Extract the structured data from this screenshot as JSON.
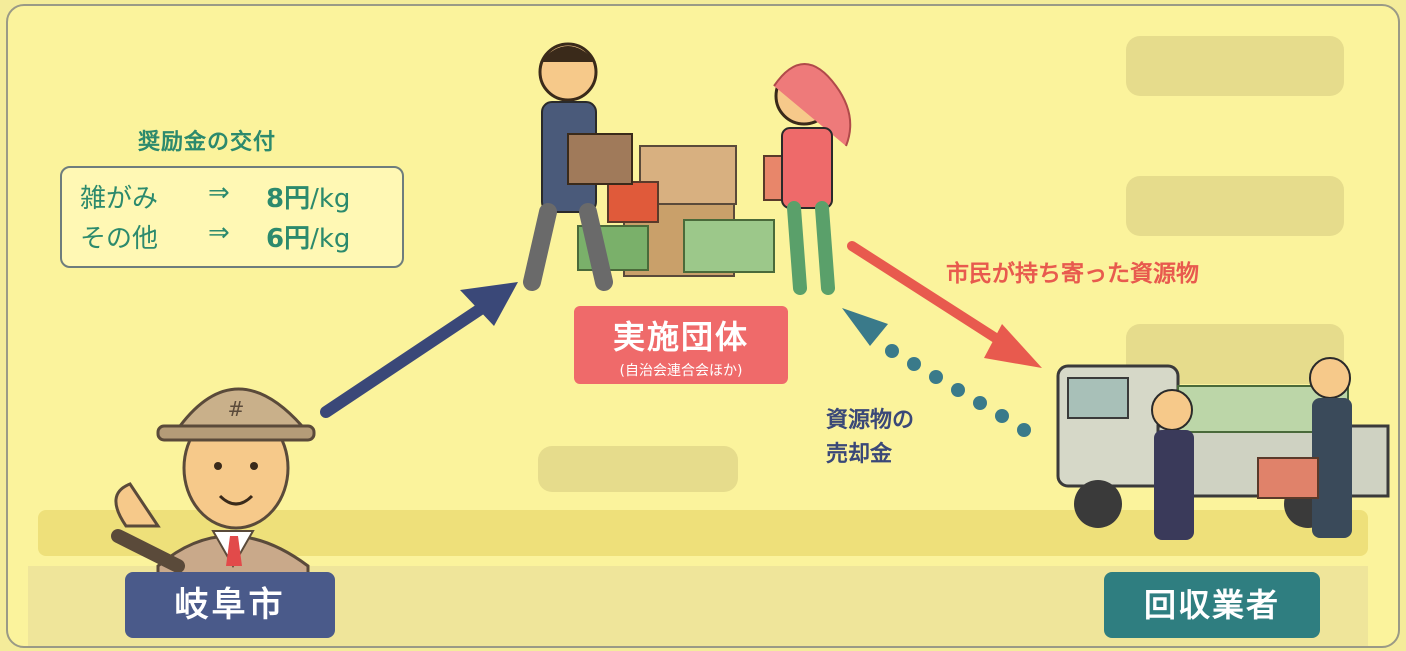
{
  "incentive": {
    "title": "奨励金の交付",
    "rates": [
      {
        "category": "雑がみ",
        "arrow": "⇒",
        "amount": "8円",
        "unit": "/kg"
      },
      {
        "category": "その他",
        "arrow": "⇒",
        "amount": "6円",
        "unit": "/kg"
      }
    ]
  },
  "organization": {
    "name": "実施団体",
    "note": "(自治会連合会ほか)"
  },
  "flows": {
    "citizen_materials": "市民が持ち寄った資源物",
    "sale_proceeds_line1": "資源物の",
    "sale_proceeds_line2": "売却金"
  },
  "actors": {
    "city": "岐阜市",
    "collector": "回収業者"
  },
  "colors": {
    "background": "#fbf39c",
    "incentive_text": "#2c8a6d",
    "organization_bg": "#ef6a6a",
    "citizen_arrow": "#e85a4e",
    "city_arrow": "#3a4878",
    "proceeds_arrow": "#3a7a8a",
    "city_bg": "#4a5a8a",
    "collector_bg": "#2f7e80"
  },
  "icons": [
    "city-official-illustration",
    "citizens-with-bundles-illustration",
    "collection-truck-illustration"
  ]
}
